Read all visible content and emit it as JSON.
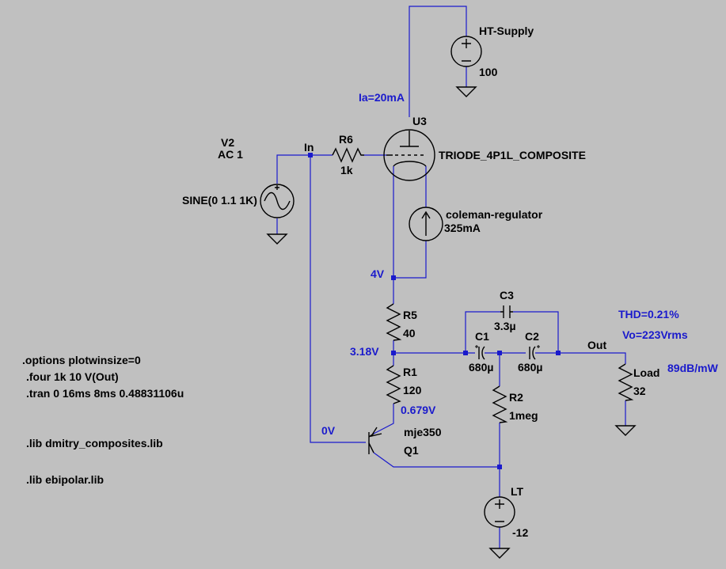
{
  "components": {
    "ht_supply": {
      "name": "HT-Supply",
      "value": "100"
    },
    "triode": {
      "ref": "U3",
      "model": "TRIODE_4P1L_COMPOSITE"
    },
    "v2": {
      "ref": "V2",
      "ac": "AC 1",
      "source": "SINE(0 1.1 1K)"
    },
    "r6": {
      "ref": "R6",
      "value": "1k"
    },
    "regulator": {
      "name": "coleman-regulator",
      "value": "325mA"
    },
    "r5": {
      "ref": "R5",
      "value": "40"
    },
    "r1": {
      "ref": "R1",
      "value": "120"
    },
    "c1": {
      "ref": "C1",
      "value": "680µ"
    },
    "c2": {
      "ref": "C2",
      "value": "680µ"
    },
    "c3": {
      "ref": "C3",
      "value": "3.3µ"
    },
    "r2": {
      "ref": "R2",
      "value": "1meg"
    },
    "load": {
      "ref": "Load",
      "value": "32"
    },
    "q1": {
      "ref": "Q1",
      "model": "mje350"
    },
    "lt": {
      "name": "LT",
      "value": "-12"
    }
  },
  "nets": {
    "in": "In",
    "out": "Out"
  },
  "annotations": {
    "ia": "Ia=20mA",
    "v_cathode": "4V",
    "v_r1": "3.18V",
    "v_emitter": "0.679V",
    "v_base": "0V",
    "thd": "THD=0.21%",
    "vo": "Vo=223Vrms",
    "sens": "89dB/mW"
  },
  "directives": [
    ".options plotwinsize=0",
    ".four 1k 10 V(Out)",
    ".tran 0 16ms 8ms 0.48831106u",
    ".lib dmitry_composites.lib",
    ".lib ebipolar.lib"
  ],
  "colors": {
    "background": "#c0c0c0",
    "wire": "#1a1acc",
    "symbol": "#000000",
    "annotation": "#1a1acc"
  }
}
